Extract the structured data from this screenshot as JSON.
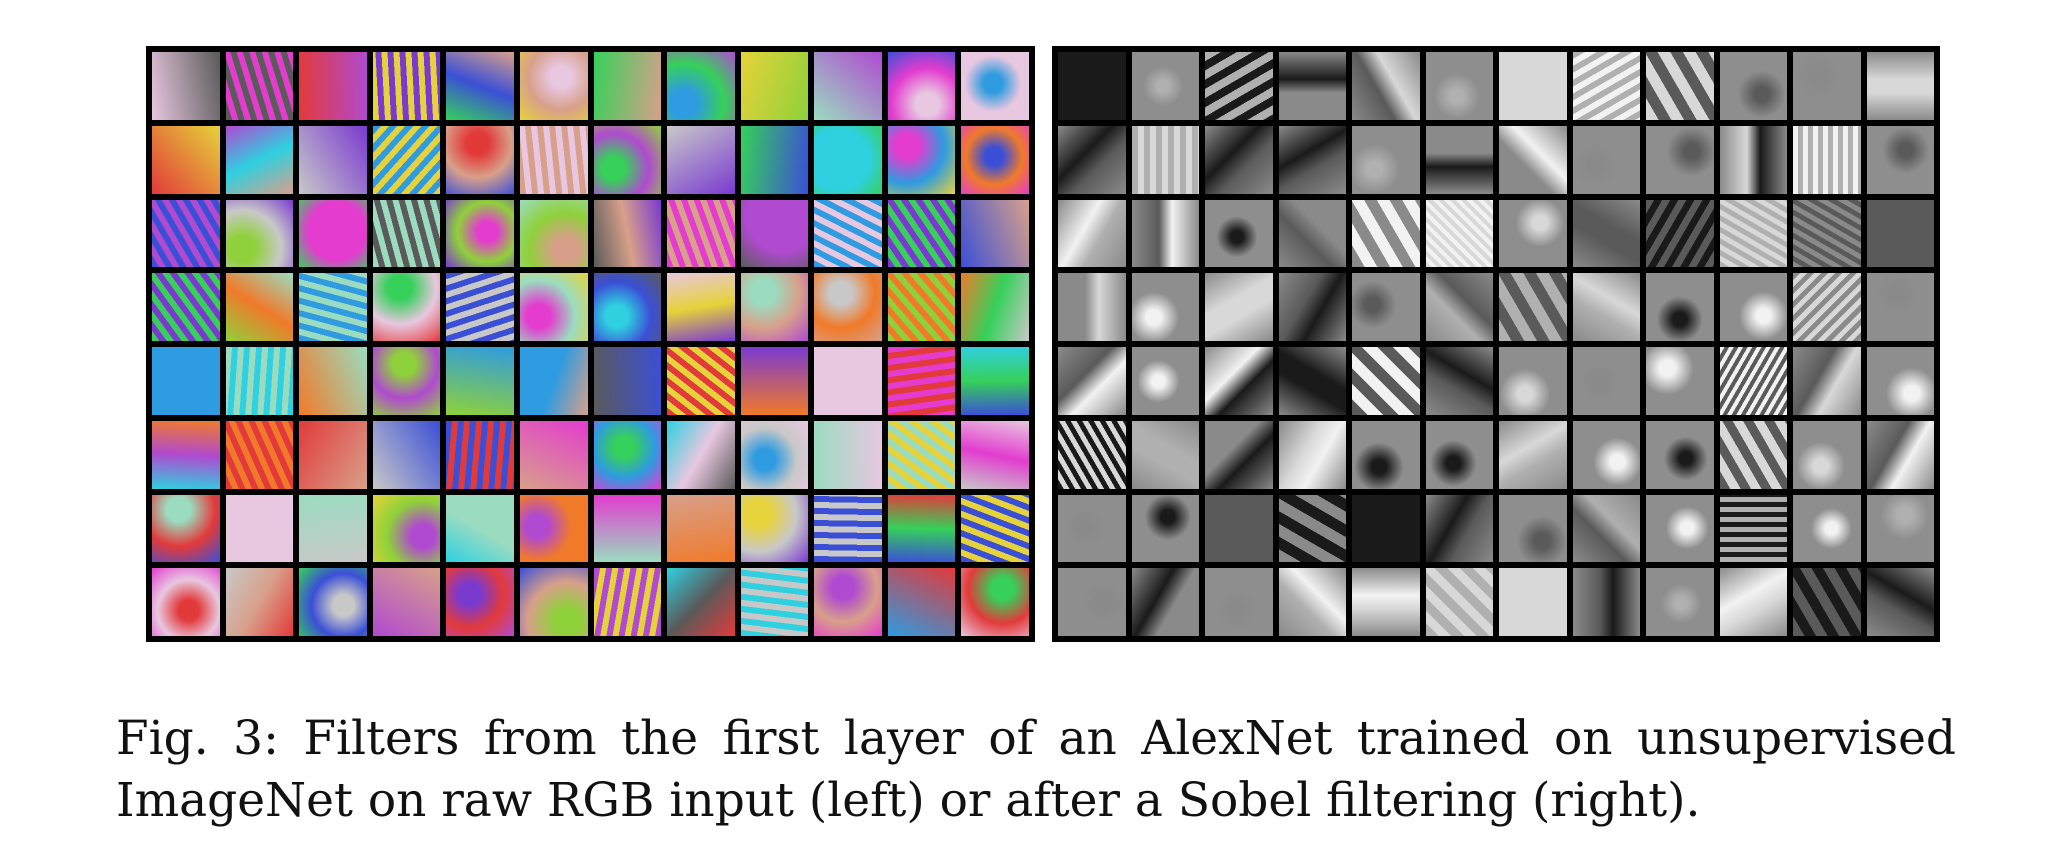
{
  "figure": {
    "caption": "Fig. 3: Filters from the first layer of an AlexNet trained on unsupervised ImageNet on raw RGB input (left) or after a Sobel filtering (right).",
    "grid": {
      "rows": 8,
      "cols": 12
    },
    "left_palette": [
      "#3b4fd6",
      "#e33ccf",
      "#36d05a",
      "#e6d23a",
      "#e23a3a",
      "#2f9be0",
      "#9bdcc0",
      "#e8c7e0",
      "#5a5a5a",
      "#f07a2a",
      "#7a3ad0",
      "#c8c8c8",
      "#b04ad0",
      "#2fd0e0",
      "#8fd13a",
      "#d8a08a"
    ],
    "right_palette": [
      "#1a1a1a",
      "#5a5a5a",
      "#8a8a8a",
      "#b0b0b0",
      "#d8d8d8",
      "#f2f2f2"
    ]
  }
}
